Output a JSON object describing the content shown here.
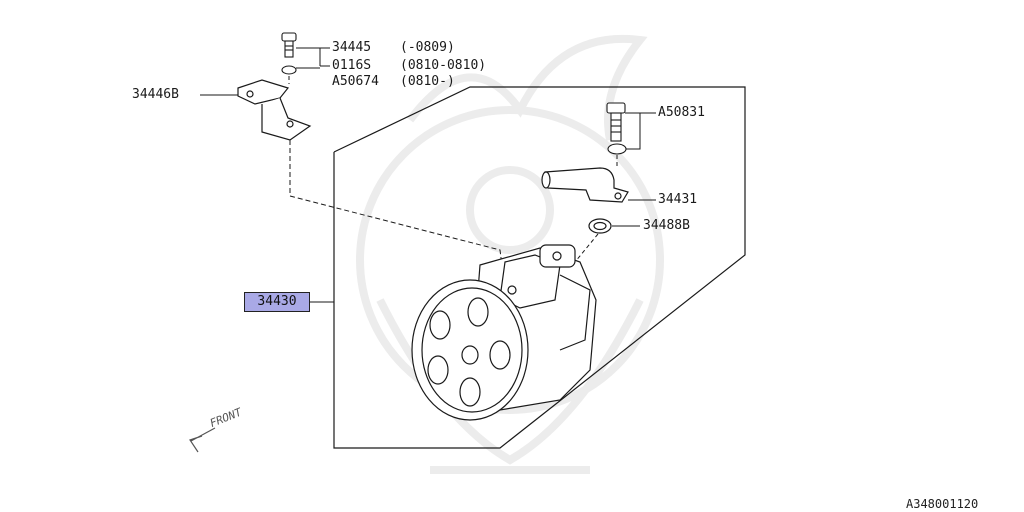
{
  "callouts": {
    "bolt_34445": "34445",
    "bolt_34445_range": "(-0809)",
    "washer_0116s": "0116S",
    "washer_0116s_range": "(0810-0810)",
    "washer_a50674": "A50674",
    "washer_a50674_range": "(0810-)",
    "bracket_34446b": "34446B",
    "bolt_a50831": "A50831",
    "pipe_34431": "34431",
    "oring_34488b": "34488B",
    "pump_34430": "34430"
  },
  "front_label": "FRONT",
  "figure_number": "A348001120",
  "colors": {
    "line": "#1a1a1a",
    "highlight": "#a9a9e6",
    "watermark": "#ececec"
  }
}
